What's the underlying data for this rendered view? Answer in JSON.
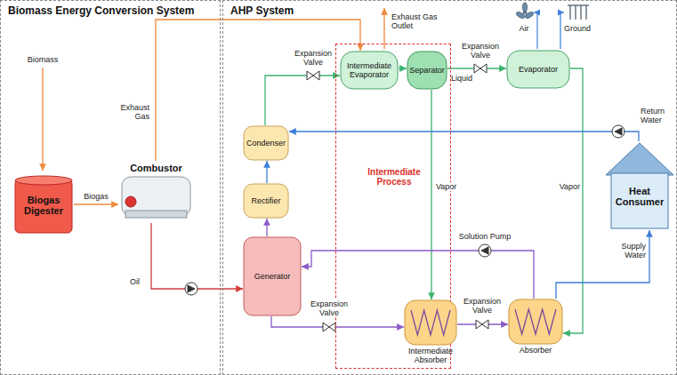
{
  "diagram": {
    "nodes": [
      {
        "text": [
          "Biomass Energy Conversion System"
        ]
      },
      {
        "text": [
          "AHP System"
        ]
      },
      {
        "text": [
          "Biogas Digester"
        ],
        "in": 0
      },
      {
        "text": [
          "Combustor"
        ],
        "in": 0
      },
      {
        "text": [
          "Intermediate Process"
        ],
        "in": 1
      },
      {
        "text": [
          "Condenser"
        ],
        "in": 1
      },
      {
        "text": [
          "Rectifier"
        ],
        "in": 1
      },
      {
        "text": [
          "Generator"
        ],
        "in": 1
      },
      {
        "text": [
          "Intermediate Evaporator"
        ],
        "in": 4
      },
      {
        "text": [
          "Separator"
        ],
        "in": 4
      },
      {
        "text": [
          "Intermediate Absorber"
        ],
        "in": 4
      },
      {
        "text": [
          "Evaporator"
        ],
        "in": 1
      },
      {
        "text": [
          "Absorber"
        ],
        "in": 1
      },
      {
        "text": [
          "Heat Consumer"
        ],
        "in": 1
      }
    ],
    "edges": [
      {
        "from": 2,
        "to": 3,
        "arrow": "to",
        "label": "Biogas"
      },
      {
        "from": 3,
        "to": 8,
        "arrow": "to"
      },
      {
        "from": 3,
        "to": 7,
        "arrow": "to"
      },
      {
        "from": 7,
        "to": 6,
        "arrow": "to"
      },
      {
        "from": 6,
        "to": 5,
        "arrow": "to"
      },
      {
        "from": 5,
        "to": 8,
        "arrow": "to"
      },
      {
        "from": 8,
        "to": 9,
        "arrow": "to"
      },
      {
        "from": 9,
        "to": 11,
        "arrow": "to"
      },
      {
        "from": 9,
        "to": 10,
        "arrow": "to"
      },
      {
        "from": 11,
        "to": 12,
        "arrow": "to"
      },
      {
        "from": 7,
        "to": 10,
        "arrow": "to"
      },
      {
        "from": 10,
        "to": 12,
        "arrow": "to"
      },
      {
        "from": 12,
        "to": 7,
        "arrow": "to"
      },
      {
        "from": 13,
        "to": 5,
        "arrow": "to"
      },
      {
        "from": 12,
        "to": 13,
        "arrow": "to"
      }
    ],
    "labels": [
      "Biomass",
      "Exhaust Gas",
      "Oil",
      "Exhaust Gas Outlet",
      "Expansion Valve",
      "Expansion Valve",
      "Air",
      "Ground",
      "Liquid",
      "Vapor",
      "Vapor",
      "Solution Pump",
      "Return Water",
      "Supply Water",
      "Expansion Valve",
      "Expansion Valve"
    ]
  }
}
